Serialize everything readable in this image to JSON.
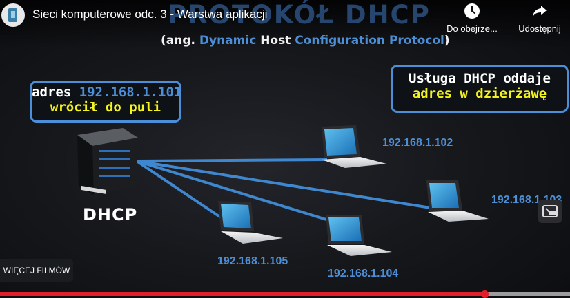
{
  "header": {
    "video_title": "Sieci komputerowe odc. 3 - Warstwa aplikacji",
    "watch_later_label": "Do obejrze...",
    "share_label": "Udostępnij",
    "watch_later_icon": "clock-icon",
    "share_icon": "share-arrow-icon"
  },
  "slide": {
    "title": "PROTOKÓŁ DHCP",
    "subtitle": {
      "prefix": "(ang. ",
      "w1": "Dynamic",
      "w2": " Host ",
      "w3": "Configuration Protocol",
      "suffix": ")"
    },
    "left_bubble": {
      "line1_prefix": "adres ",
      "line1_ip": "192.168.1.101",
      "line2": "wrócił do puli"
    },
    "right_bubble": {
      "line1": "Usługa DHCP oddaje",
      "line2": "adres w dzierżawę"
    },
    "server_label": "DHCP",
    "laptops": [
      {
        "ip": "192.168.1.102"
      },
      {
        "ip": "192.168.1.103"
      },
      {
        "ip": "192.168.1.104"
      },
      {
        "ip": "192.168.1.105"
      }
    ]
  },
  "player": {
    "more_films_label": "WIĘCEJ FILMÓW",
    "progress_fraction": 0.85,
    "buffer_fraction": 1.0,
    "accent_color": "#e21f2b",
    "pip_icon": "miniplayer-icon"
  }
}
